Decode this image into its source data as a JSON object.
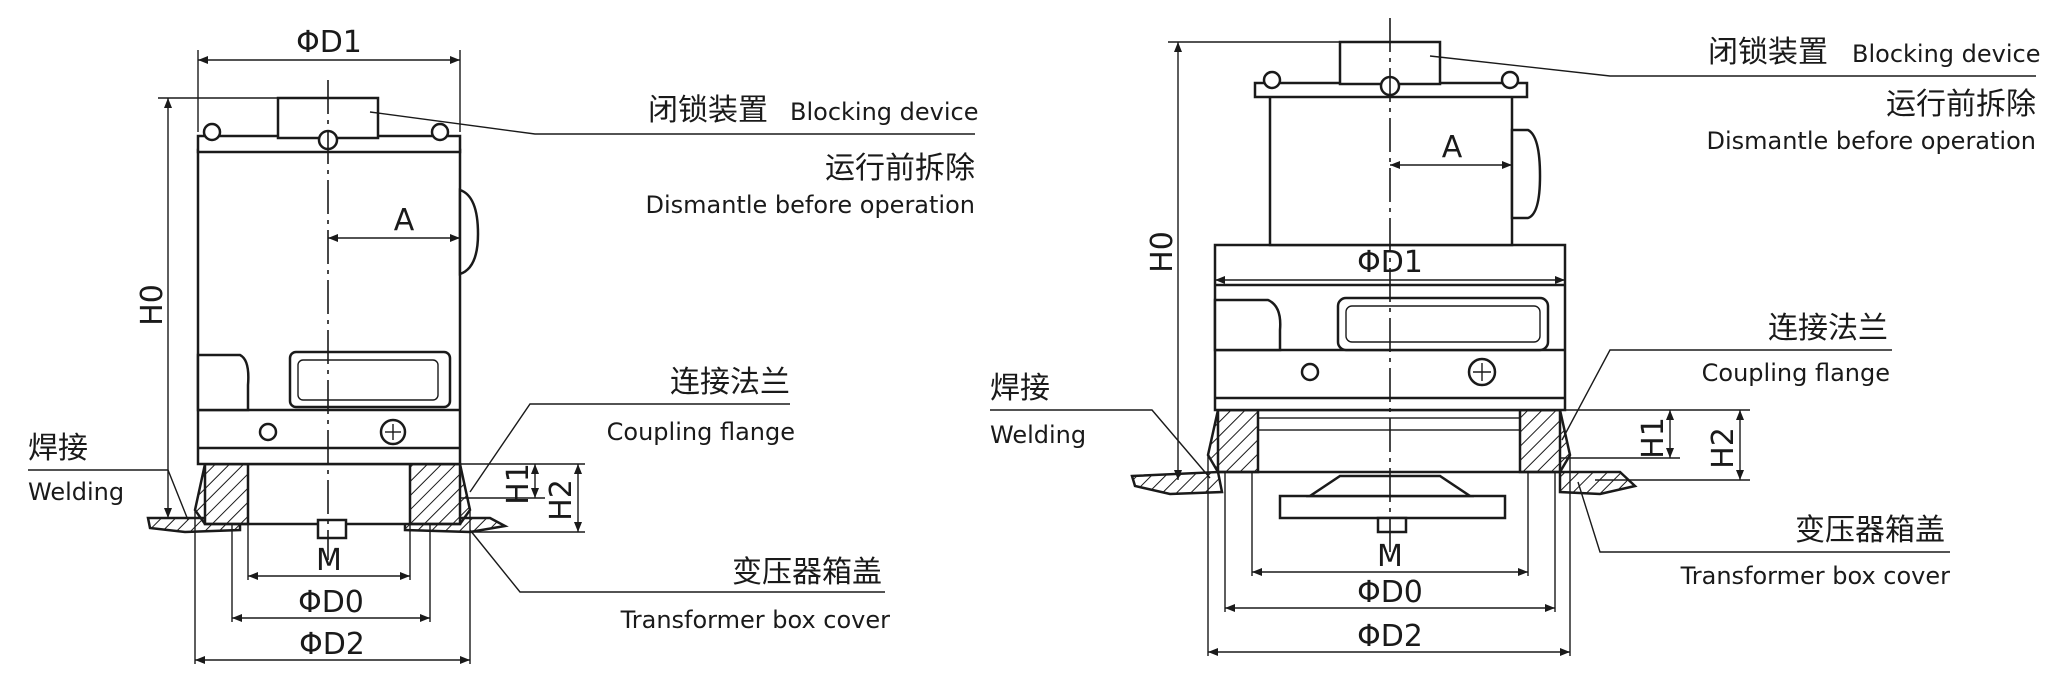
{
  "left_view": {
    "dims": {
      "D1": "ΦD1",
      "H0": "H0",
      "A": "A",
      "H1": "H1",
      "H2": "H2",
      "M": "M",
      "D0": "ΦD0",
      "D2": "ΦD2"
    },
    "labels": {
      "blocking_cn": "闭锁装置",
      "blocking_en": "Blocking device",
      "dismantle_cn": "运行前拆除",
      "dismantle_en": "Dismantle before operation",
      "flange_cn": "连接法兰",
      "flange_en": "Coupling flange",
      "welding_cn": "焊接",
      "welding_en": "Welding",
      "cover_cn": "变压器箱盖",
      "cover_en": "Transformer box cover"
    }
  },
  "right_view": {
    "dims": {
      "H0": "H0",
      "A": "A",
      "D1": "ΦD1",
      "H1": "H1",
      "H2": "H2",
      "M": "M",
      "D0": "ΦD0",
      "D2": "ΦD2"
    },
    "labels": {
      "blocking_cn": "闭锁装置",
      "blocking_en": "Blocking device",
      "dismantle_cn": "运行前拆除",
      "dismantle_en": "Dismantle before operation",
      "flange_cn": "连接法兰",
      "flange_en": "Coupling flange",
      "welding_cn": "焊接",
      "welding_en": "Welding",
      "cover_cn": "变压器箱盖",
      "cover_en": "Transformer box cover"
    }
  }
}
